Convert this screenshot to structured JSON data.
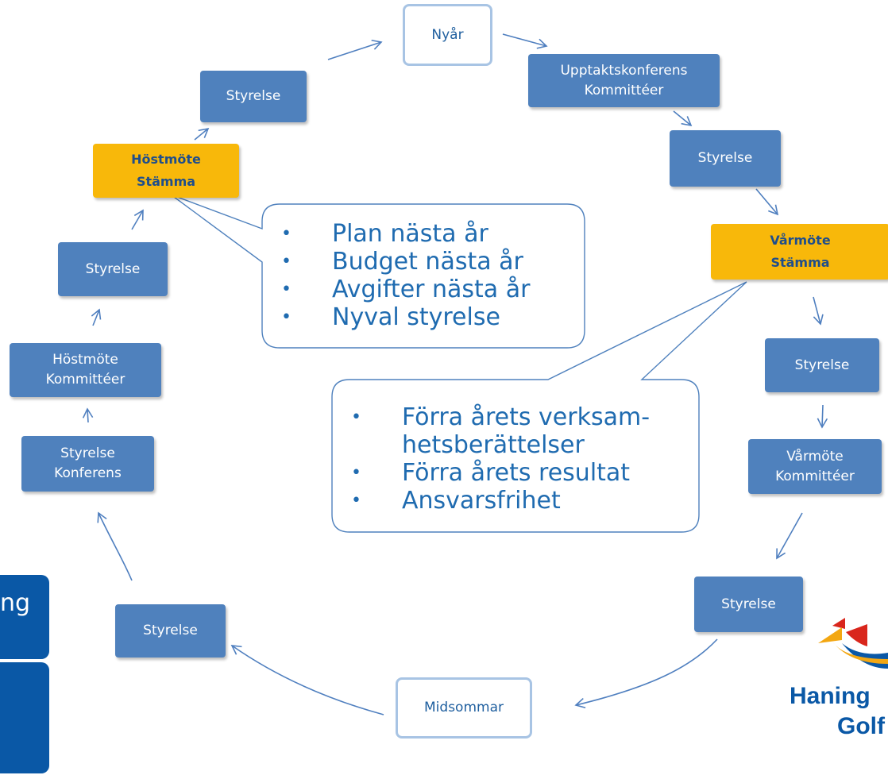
{
  "nodes": {
    "nyar": "Nyår",
    "upptakt_line1": "Upptaktskonferens",
    "upptakt_line2": "Kommittéer",
    "styrelse_r1": "Styrelse",
    "varmote_stamma_line1": "Vårmöte",
    "varmote_stamma_line2": "Stämma",
    "styrelse_r2": "Styrelse",
    "varmote_komm_line1": "Vårmöte",
    "varmote_komm_line2": "Kommittéer",
    "styrelse_r3": "Styrelse",
    "midsommar": "Midsommar",
    "styrelse_bl": "Styrelse",
    "styrelse_konferens_line1": "Styrelse",
    "styrelse_konferens_line2": "Konferens",
    "hostmote_komm_line1": "Höstmöte",
    "hostmote_komm_line2": "Kommittéer",
    "styrelse_l1": "Styrelse",
    "hostmote_stamma_line1": "Höstmöte",
    "hostmote_stamma_line2": "Stämma",
    "styrelse_top": "Styrelse"
  },
  "callout_autumn": {
    "items": [
      "Plan nästa år",
      "Budget nästa år",
      "Avgifter nästa år",
      "Nyval styrelse"
    ]
  },
  "callout_spring": {
    "items": [
      "Förra årets verksam-",
      "hetsberättelser",
      "Förra årets resultat",
      "Ansvarsfrihet"
    ],
    "bullets": [
      "•",
      "",
      "•",
      "•"
    ]
  },
  "side_panel": {
    "text_fragment": "ng"
  },
  "logo": {
    "line1": "Haning",
    "line2": "Golf"
  },
  "colors": {
    "box_blue": "#4f81bd",
    "gold": "#f8b80a",
    "arrow": "#4f7fbf",
    "callout_text": "#1f6bb0",
    "panel": "#0a58a6"
  }
}
